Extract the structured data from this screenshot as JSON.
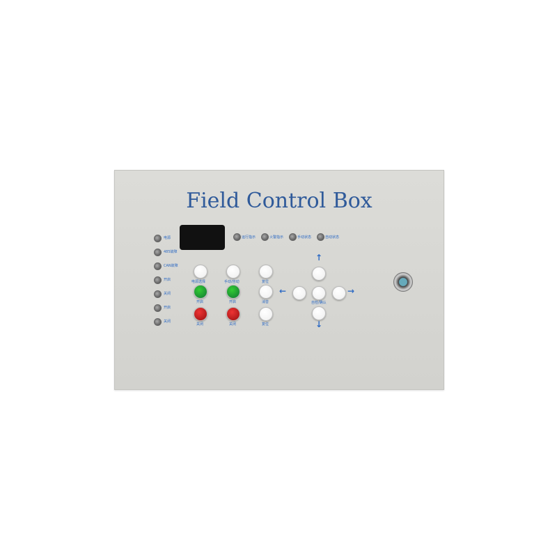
{
  "title": "Field Control Box",
  "left_indicators": [
    "电源",
    "485故障",
    "CAN故障",
    "开启",
    "关闭",
    "开启",
    "关闭"
  ],
  "top_indicators": [
    "运行指示",
    "火警指示",
    "手动状态",
    "自动状态"
  ],
  "buttons": [
    "电源选择",
    "手动/自动",
    "复位",
    "开启",
    "开启",
    "消音",
    "关闭",
    "关闭",
    "复位"
  ],
  "direction_center": "自检/确认",
  "colors": {
    "title": "#2f5a9a",
    "label": "#2d6ac4",
    "green": "#33cc33",
    "red": "#dd2222"
  }
}
